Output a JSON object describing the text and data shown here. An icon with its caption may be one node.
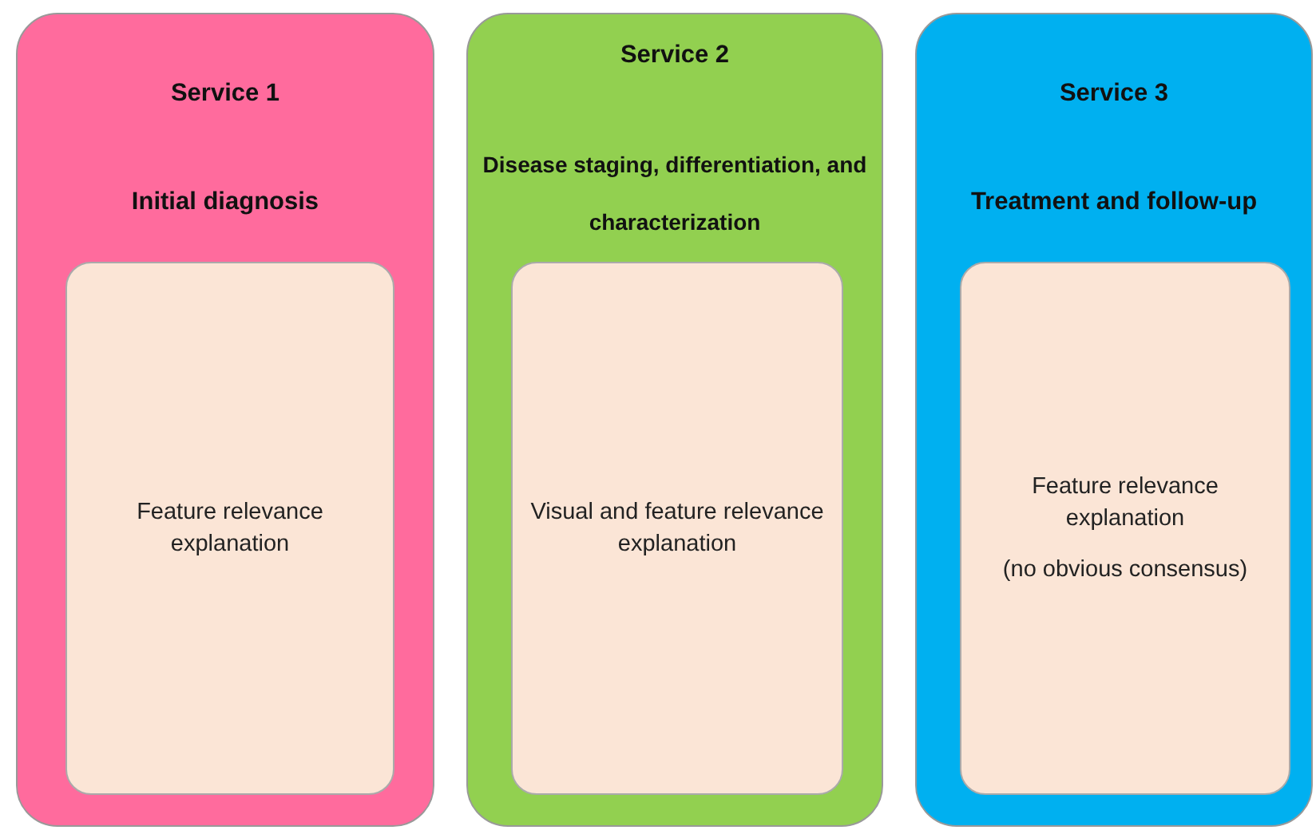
{
  "diagram": {
    "nodes": [
      {
        "text": [
          "Service 1",
          "Initial diagnosis"
        ]
      },
      {
        "text": [
          "Feature relevance explanation"
        ],
        "in": 0
      },
      {
        "text": [
          "Service 2",
          "Disease staging, differentiation, and characterization"
        ]
      },
      {
        "text": [
          "Visual and feature relevance explanation"
        ],
        "in": 2
      },
      {
        "text": [
          "Service 3",
          "Treatment and follow-up"
        ]
      },
      {
        "text": [
          "Feature relevance explanation",
          "(no obvious consensus)"
        ],
        "in": 4
      }
    ]
  }
}
